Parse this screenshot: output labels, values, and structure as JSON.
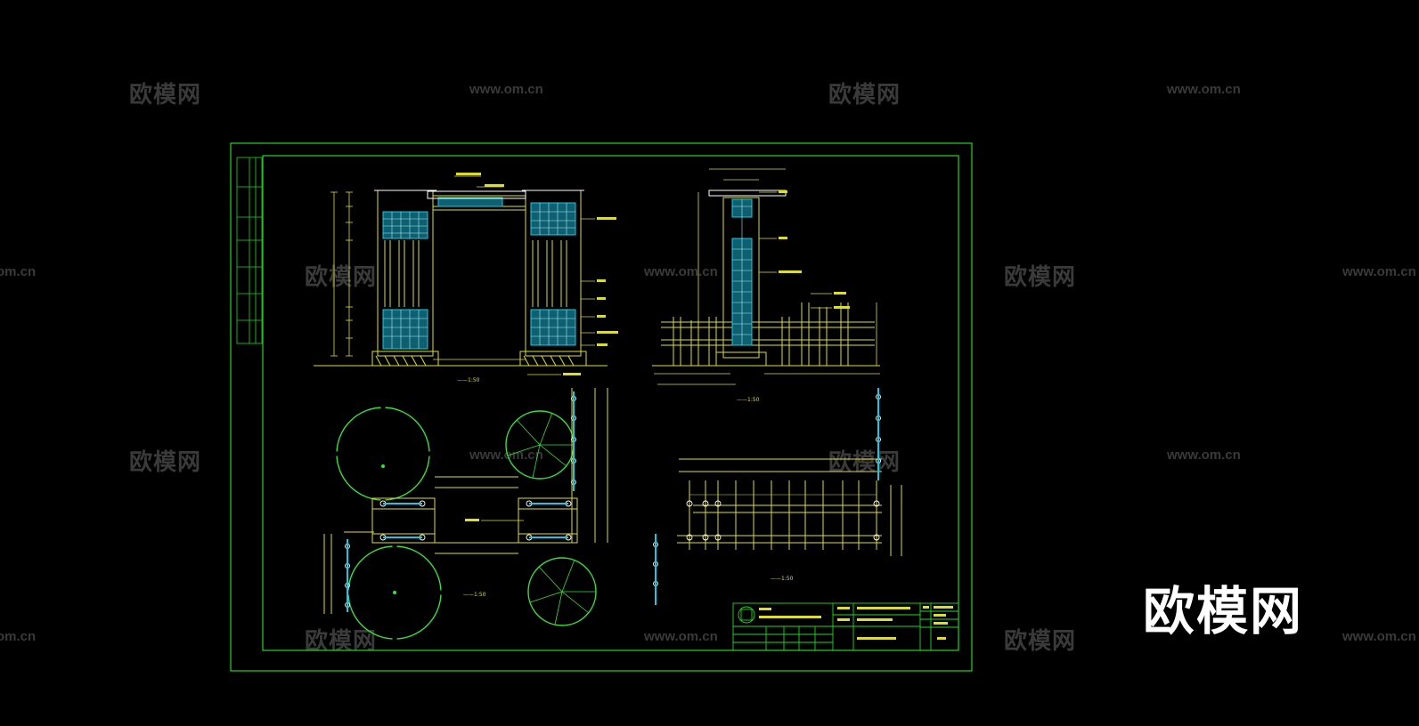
{
  "watermark": {
    "cn": "欧模网",
    "url": "www.om.cn",
    "url_short": "om.cn"
  },
  "logo": {
    "text": "欧模网"
  },
  "drawing": {
    "colors": {
      "frame": "#22d622",
      "lines": "#dede2a",
      "cyan": "#19c8e6",
      "white": "#ffffff",
      "magenta": "#e040e0",
      "green": "#38e038"
    },
    "label_marks": {
      "front_elevation": "——1:50",
      "side_elevation": "——1:50",
      "plan": "——1:50",
      "side_plan": "——1:50"
    }
  }
}
